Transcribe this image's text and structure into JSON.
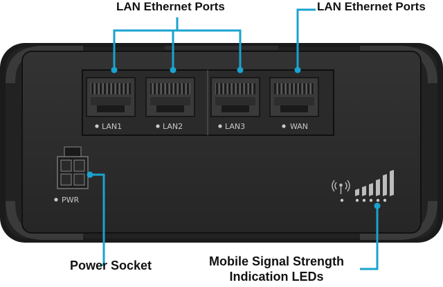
{
  "callouts": {
    "lan_left": "LAN Ethernet Ports",
    "lan_right": "LAN Ethernet Ports",
    "power": "Power Socket",
    "signal_line1": "Mobile Signal Strength",
    "signal_line2": "Indication LEDs"
  },
  "ports": [
    {
      "label": "LAN1"
    },
    {
      "label": "LAN2"
    },
    {
      "label": "LAN3"
    },
    {
      "label": "WAN"
    }
  ],
  "power_label": "PWR",
  "colors": {
    "callout_line": "#1aa3cf",
    "device_body": "#2b2b2b",
    "device_frame": "#1b1b1b",
    "port_label": "#c9c9c9"
  }
}
